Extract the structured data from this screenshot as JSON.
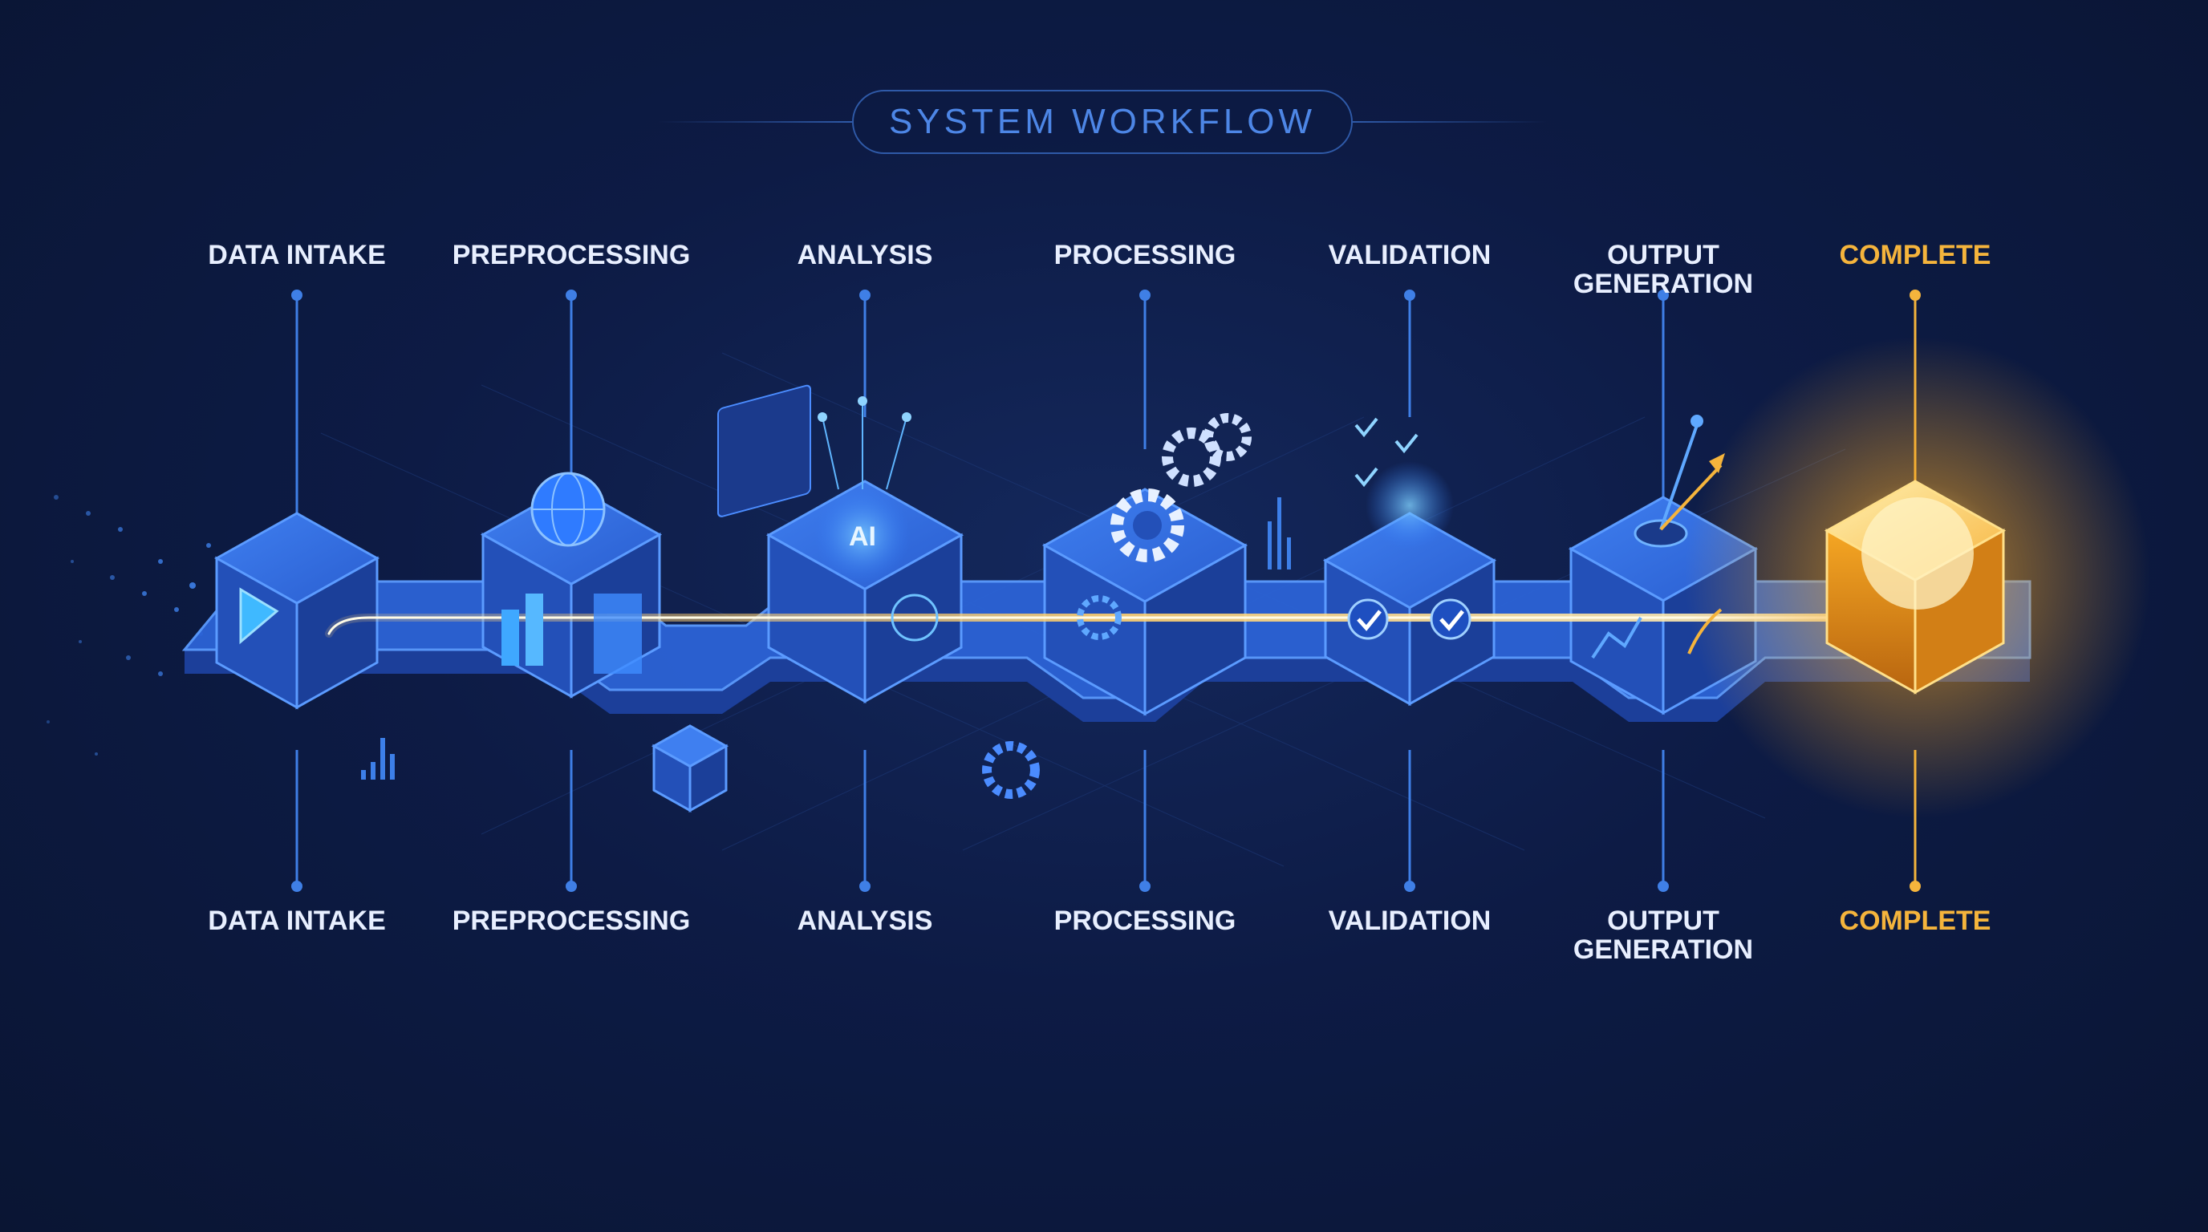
{
  "title": "SYSTEM WORKFLOW",
  "cube_badge": "AI",
  "colors": {
    "background": "#0d1b45",
    "platform": "#2c63d6",
    "cube_face": "#2350b8",
    "label": "#e8efff",
    "accent_gold": "#f5b43c",
    "accent_blue": "#4d86e6"
  },
  "stages": [
    {
      "label": "DATA INTAKE",
      "icon": "play-icon"
    },
    {
      "label": "PREPROCESSING",
      "icon": "globe-chart-icon"
    },
    {
      "label": "ANALYSIS",
      "icon": "ai-chip-icon"
    },
    {
      "label": "PROCESSING",
      "icon": "gear-icon"
    },
    {
      "label": "VALIDATION",
      "icon": "checkmark-icon"
    },
    {
      "label": "OUTPUT GENERATION",
      "icon": "output-chart-icon"
    },
    {
      "label": "COMPLETE",
      "icon": "glowing-cube-icon"
    }
  ]
}
